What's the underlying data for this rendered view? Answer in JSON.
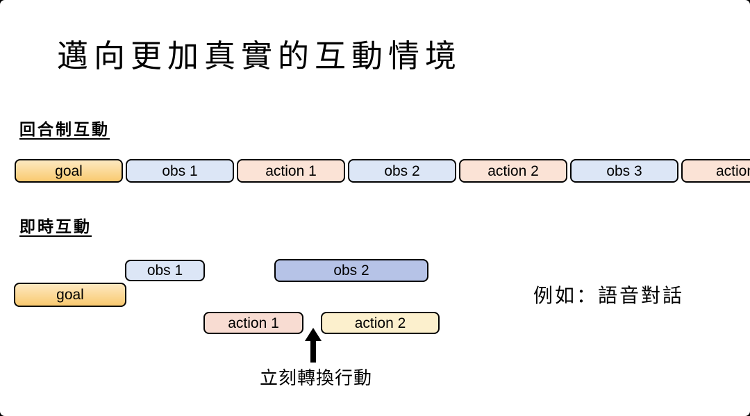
{
  "page": {
    "title": "邁向更加真實的互動情境"
  },
  "colors": {
    "goal": [
      "#FDE9C1",
      "#F9CA70"
    ],
    "obs": "#DCE6F6",
    "obs_strong": "#B6C3E7",
    "action": "#FBE3D6",
    "action_pink": "#F8DCD2",
    "action_cream": "#FCF0CD",
    "border": "#000000"
  },
  "turn_based": {
    "header": "回合制互動",
    "boxes": [
      {
        "label": "goal"
      },
      {
        "label": "obs 1"
      },
      {
        "label": "action 1"
      },
      {
        "label": "obs 2"
      },
      {
        "label": "action 2"
      },
      {
        "label": "obs 3"
      },
      {
        "label": "action"
      }
    ]
  },
  "realtime": {
    "header": "即時互動",
    "boxes": {
      "goal": "goal",
      "obs1": "obs 1",
      "obs2": "obs 2",
      "action1": "action 1",
      "action2": "action 2"
    },
    "arrow_caption": "立刻轉換行動",
    "example": "例如：語音對話"
  }
}
